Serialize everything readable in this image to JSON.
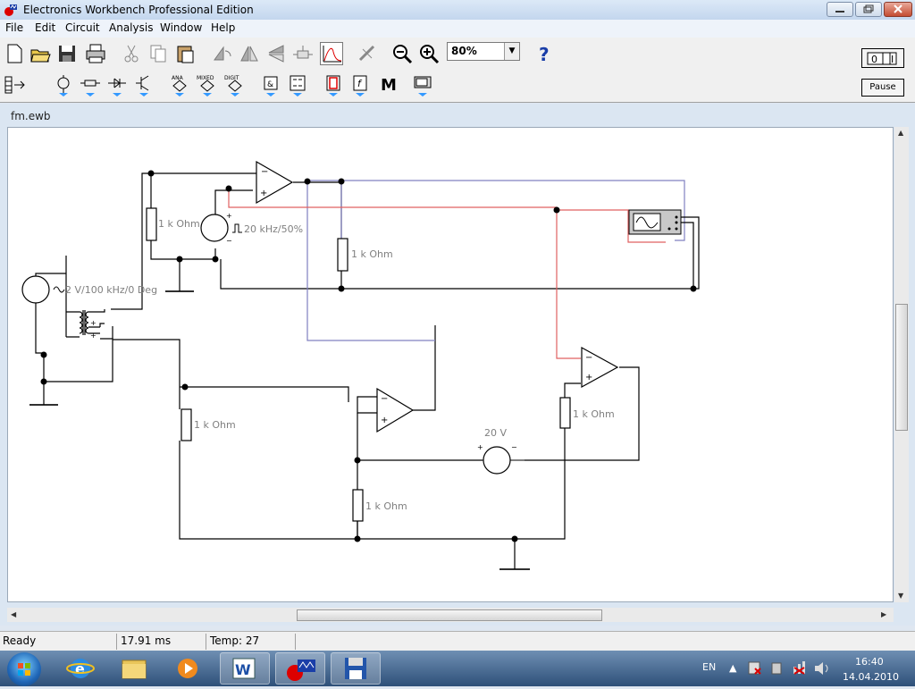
{
  "window": {
    "title": "Electronics Workbench Professional Edition"
  },
  "menu": {
    "items": [
      "File",
      "Edit",
      "Circuit",
      "Analysis",
      "Window",
      "Help"
    ]
  },
  "toolbar": {
    "zoom_value": "80%",
    "pause_label": "Pause",
    "help_label": "?"
  },
  "palette": {
    "ana_label": "ANA",
    "mixed_label": "MIXED",
    "digit_label": "DIGIT",
    "misc_label": "M"
  },
  "document": {
    "title": "fm.ewb"
  },
  "circuit": {
    "resistor_label": "1 k Ohm",
    "square_source_label": "20 kHz/50%",
    "sine_source_label": "2 V/100 kHz/0 Deg",
    "dc_source_label": "20 V"
  },
  "status": {
    "state": "Ready",
    "time": "17.91 ms",
    "temp": "Temp:  27"
  },
  "tray": {
    "language": "EN",
    "clock": "16:40",
    "date": "14.04.2010"
  },
  "colors": {
    "wire": "#000000",
    "blue_wire": "#8080c0",
    "red_wire": "#e06060",
    "label": "#808080"
  }
}
